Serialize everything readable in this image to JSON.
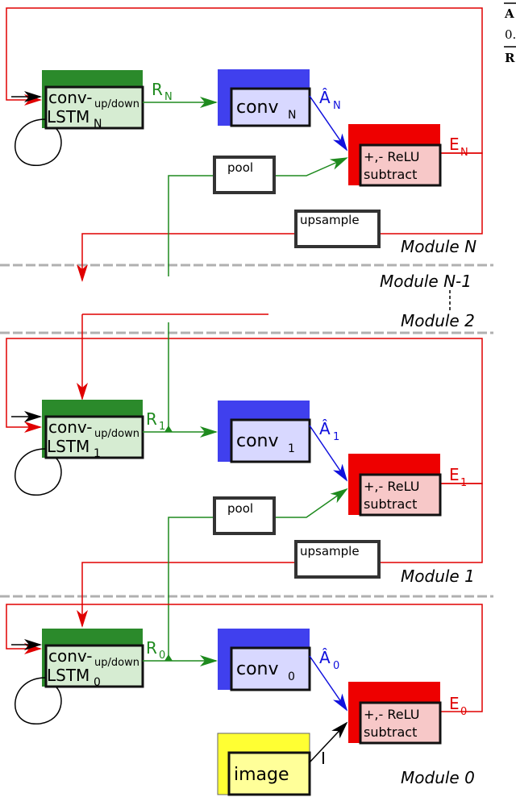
{
  "diagram": {
    "colors": {
      "feedback": "#e00000",
      "green": "#1e8a1e",
      "blue": "#1010dd",
      "lstm_fill": "#d6ecd2",
      "lstm_dark": "#2b8a2b",
      "conv_fill": "#d8d8ff",
      "conv_dark": "#4040ee",
      "err_fill": "#f7c8c8",
      "err_dark": "#ee0000",
      "image_fill": "#ffff99",
      "image_dark": "#ffff33",
      "divider": "#b0b0b0"
    },
    "corner_text": {
      "line1": "A",
      "line2": "0.",
      "line3": "R"
    },
    "modules": [
      {
        "module_label": "Module N",
        "lstm_line1": "conv-",
        "lstm_line2": "LSTM",
        "lstm_sub": "N",
        "lstm_sup": "up/down",
        "r_label": "R",
        "r_sub": "N",
        "conv_label": "conv",
        "conv_sub": "N",
        "a_label": "Â",
        "a_sub": "N",
        "err_line1": "+,- ReLU",
        "err_line2": "subtract",
        "e_label": "E",
        "e_sub": "N",
        "pool_label": "pool",
        "upsample_label": "upsample"
      },
      {
        "module_label": "Module 1",
        "lstm_line1": "conv-",
        "lstm_line2": "LSTM",
        "lstm_sub": "1",
        "lstm_sup": "up/down",
        "r_label": "R",
        "r_sub": "1",
        "conv_label": "conv",
        "conv_sub": "1",
        "a_label": "Â",
        "a_sub": "1",
        "err_line1": "+,- ReLU",
        "err_line2": "subtract",
        "e_label": "E",
        "e_sub": "1",
        "pool_label": "pool",
        "upsample_label": "upsample"
      },
      {
        "module_label": "Module 0",
        "lstm_line1": "conv-",
        "lstm_line2": "LSTM",
        "lstm_sub": "0",
        "lstm_sup": "up/down",
        "r_label": "R",
        "r_sub": "0",
        "conv_label": "conv",
        "conv_sub": "0",
        "a_label": "Â",
        "a_sub": "0",
        "err_line1": "+,- ReLU",
        "err_line2": "subtract",
        "e_label": "E",
        "e_sub": "0",
        "image_label": "image",
        "i_label": "I"
      }
    ],
    "module_n1_label": "Module N-1",
    "module_2_label": "Module 2"
  }
}
